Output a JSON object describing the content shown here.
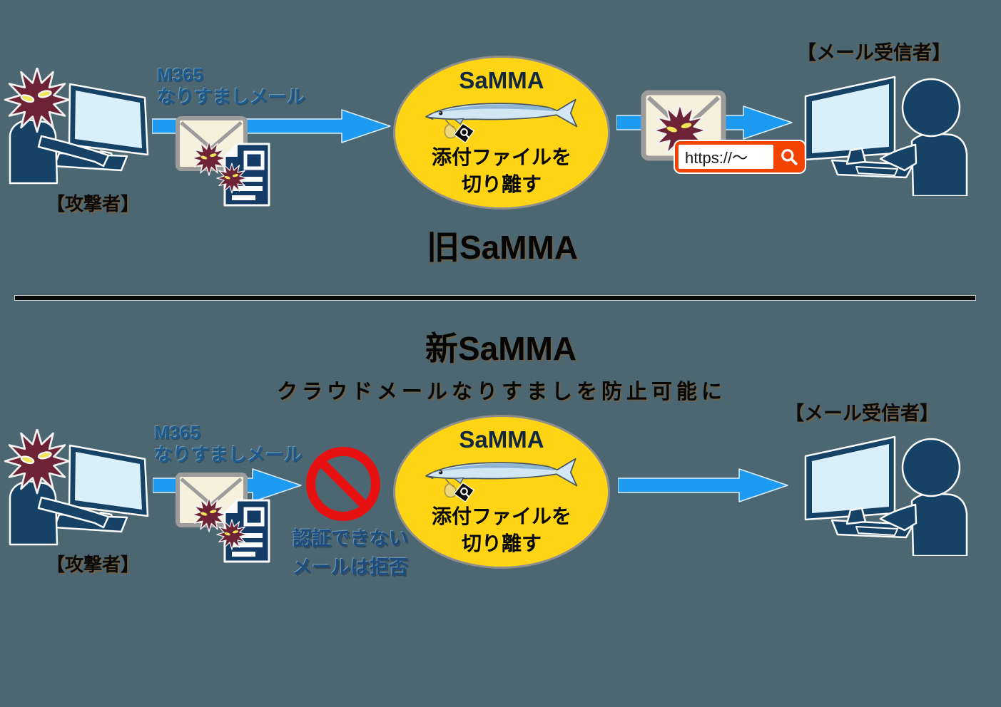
{
  "colors": {
    "background": "#4C6771",
    "arrow_blue": "#1D9BF1",
    "samma_yellow": "#FFD414",
    "figure_navy": "#164265",
    "screen_blue": "#D9F0FA",
    "virus_maroon": "#6E2236",
    "virus_eye_yellow": "#F1E35A",
    "prohibition_red": "#E81111",
    "url_bar_orange": "#F24400",
    "mail_label_blue": "#1E5A8C",
    "reject_text_blue": "#1D4C7E",
    "envelope_gray": "#9C9C9C",
    "divider_black": "#0A0A0A"
  },
  "icons": {
    "virus": "spiky-virus-starburst",
    "fish": "saury-fish-with-tag",
    "envelope": "mail-envelope",
    "document": "attachment-document",
    "magnifier": "search-magnifier",
    "prohibition": "no-entry-sign",
    "attacker": "person-at-computer-with-virus-head",
    "receiver": "person-at-computer",
    "arrow": "flow-arrow-right"
  },
  "top": {
    "attacker_label": "【攻撃者】",
    "mail_label_line1": "M365",
    "mail_label_line2": "なりすましメール",
    "samma": {
      "title": "SaMMA",
      "line1": "添付ファイルを",
      "line2": "切り離す"
    },
    "url_bar": {
      "url": "https://～"
    },
    "receiver_label": "【メール受信者】",
    "section_title": "旧SaMMA"
  },
  "bottom": {
    "section_title": "新SaMMA",
    "subtitle": "クラウドメールなりすましを防止可能に",
    "attacker_label": "【攻撃者】",
    "mail_label_line1": "M365",
    "mail_label_line2": "なりすましメール",
    "reject_line1": "認証できない",
    "reject_line2": "メールは拒否",
    "samma": {
      "title": "SaMMA",
      "line1": "添付ファイルを",
      "line2": "切り離す"
    },
    "receiver_label": "【メール受信者】"
  }
}
